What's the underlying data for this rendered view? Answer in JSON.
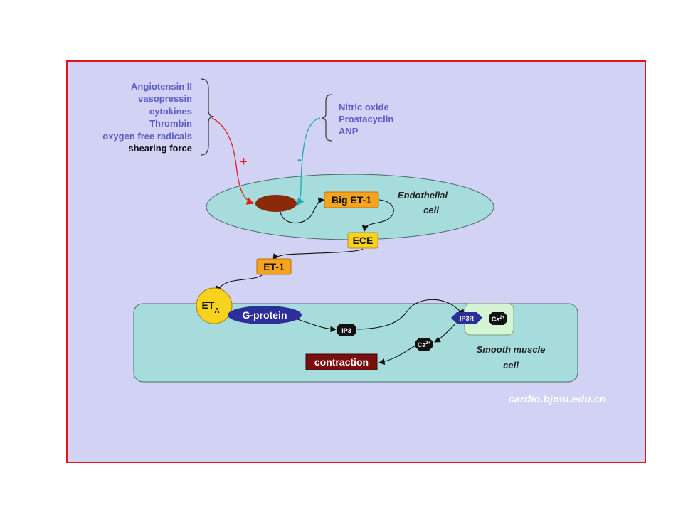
{
  "stimulators": [
    "Angiotensin II",
    "vasopressin",
    "cytokines",
    "Thrombin",
    "oxygen free radicals",
    "shearing force"
  ],
  "inhibitors": [
    "Nitric oxide",
    "Prostacyclin",
    "ANP"
  ],
  "signs": {
    "plus": "+",
    "minus": "-"
  },
  "endothelial": {
    "line1": "Endothelial",
    "line2": "cell"
  },
  "smooth_muscle": {
    "line1": "Smooth muscle",
    "line2": "cell"
  },
  "nodes": {
    "big_et1": "Big ET-1",
    "ece": "ECE",
    "et1": "ET-1",
    "eta_main": "ET",
    "eta_sub": "A",
    "g_protein": "G-protein",
    "ip3": "IP3",
    "ip3r": "IP3R",
    "ca": "Ca",
    "ca_sup": "2+",
    "contraction": "contraction"
  },
  "watermark": "cardio.bjmu.edu.cn",
  "colors": {
    "background": "#d2d2f4",
    "border": "#e4141e",
    "cell_fill": "#a6dcdc",
    "orange": "#f6a41e",
    "gold": "#f8d21e",
    "gprotein": "#2c2e9a",
    "nucleus": "#8a2a0a",
    "contraction": "#7a0e0e",
    "stim_text": "#5b5bc8",
    "plus": "#e41e1e",
    "minus": "#1eaab4"
  }
}
